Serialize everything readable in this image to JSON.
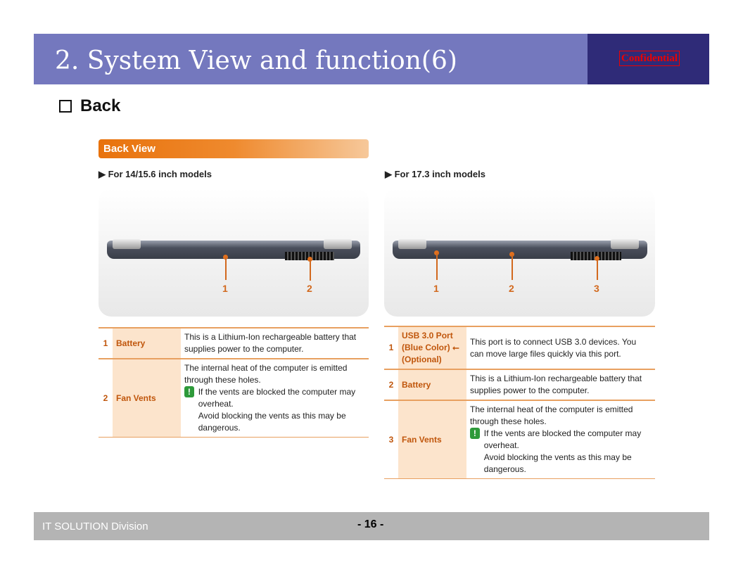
{
  "header": {
    "title": "2. System View and function(6)",
    "confidential": "Confidential"
  },
  "section": {
    "title": "Back"
  },
  "manual": {
    "banner": "Back View",
    "left": {
      "subtitle": "▶ For 14/15.6 inch models",
      "callouts": [
        "1",
        "2"
      ],
      "rows": [
        {
          "num": "1",
          "label": "Battery",
          "desc": "This is a Lithium-Ion rechargeable battery that supplies power to the computer."
        },
        {
          "num": "2",
          "label": "Fan Vents",
          "desc": "The internal heat of the computer is emitted through these holes.",
          "warning": "If the vents are blocked the computer may overheat.\nAvoid blocking the vents as this may be dangerous."
        }
      ]
    },
    "right": {
      "subtitle": "▶ For 17.3 inch models",
      "callouts": [
        "1",
        "2",
        "3"
      ],
      "rows": [
        {
          "num": "1",
          "label": "USB 3.0 Port (Blue Color) ⭠ (Optional)",
          "desc": "This port is to connect USB 3.0 devices. You can move large files quickly via this port."
        },
        {
          "num": "2",
          "label": "Battery",
          "desc": "This is a Lithium-Ion rechargeable battery that supplies power to the computer."
        },
        {
          "num": "3",
          "label": "Fan Vents",
          "desc": "The internal heat of the computer is emitted through these holes.",
          "warning": "If the vents are blocked the computer may overheat.\nAvoid blocking the vents as this may be dangerous."
        }
      ]
    }
  },
  "footer": {
    "division": "IT SOLUTION Division",
    "page": "- 16 -"
  }
}
